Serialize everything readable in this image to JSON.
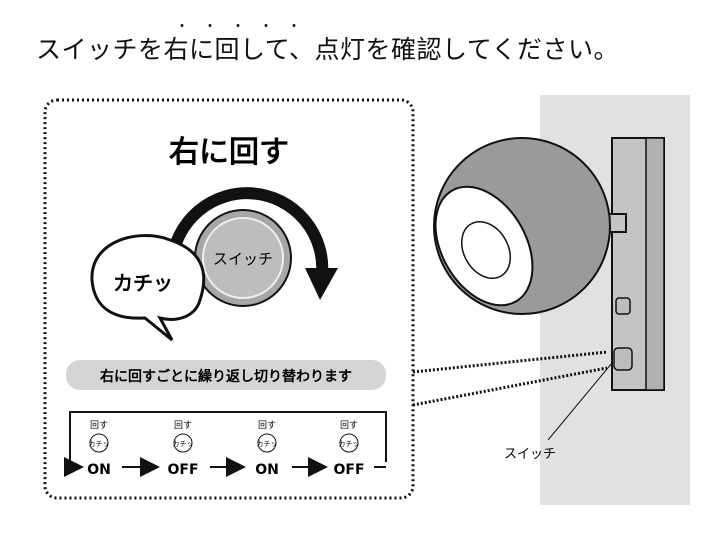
{
  "instruction": {
    "text": "スイッチを右に回して、点灯を確認してください。",
    "emphasis_dots": "・・・・・"
  },
  "panel": {
    "heading": "右に回す",
    "knob_label": "スイッチ",
    "click_sound": "カチッ",
    "banner": "右に回すごとに繰り返し切り替わります",
    "cycle": [
      {
        "step_label": "回す",
        "click": "カチッ",
        "state": "ON"
      },
      {
        "step_label": "回す",
        "click": "カチッ",
        "state": "OFF"
      },
      {
        "step_label": "回す",
        "click": "カチッ",
        "state": "ON"
      },
      {
        "step_label": "回す",
        "click": "カチッ",
        "state": "OFF"
      }
    ]
  },
  "fixture": {
    "switch_callout": "スイッチ"
  },
  "colors": {
    "banner_bg": "#d4d4d4",
    "wall": "#e1e1e1",
    "lamp_body": "#9a9a9a",
    "knob": "#bdbdbd",
    "ink": "#111111"
  }
}
